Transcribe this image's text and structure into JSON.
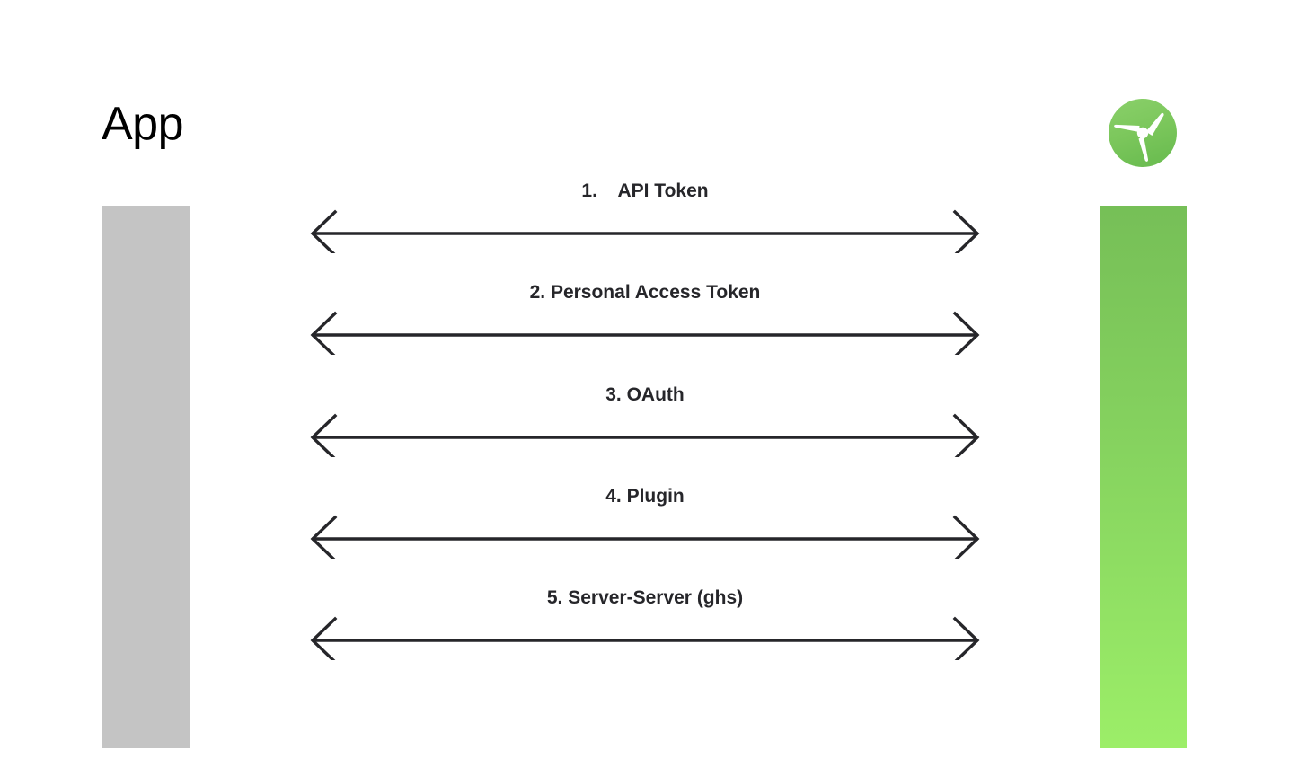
{
  "diagram": {
    "type": "sequence-diagram",
    "background_color": "#ffffff"
  },
  "actors": {
    "left": {
      "title": "App",
      "lifeline_color": "#c4c4c4",
      "name": "app"
    },
    "right": {
      "title": "",
      "logo_icon": "propeller-logo-icon",
      "lifeline_gradient_top": "#76bf57",
      "lifeline_gradient_bottom": "#9cee68",
      "name": "service"
    }
  },
  "messages": [
    {
      "index": "1.",
      "label": "1.    API Token",
      "direction": "bidirectional"
    },
    {
      "index": "2.",
      "label": "2. Personal Access Token",
      "direction": "bidirectional"
    },
    {
      "index": "3.",
      "label": "3. OAuth",
      "direction": "bidirectional"
    },
    {
      "index": "4.",
      "label": "4. Plugin",
      "direction": "bidirectional"
    },
    {
      "index": "5.",
      "label": "5. Server-Server (ghs)",
      "direction": "bidirectional"
    }
  ],
  "colors": {
    "text": "#26262a",
    "title": "#000000",
    "arrow": "#26262a",
    "gray_lifeline": "#c4c4c4",
    "green_top": "#76bf57",
    "green_bottom": "#9cee68"
  }
}
